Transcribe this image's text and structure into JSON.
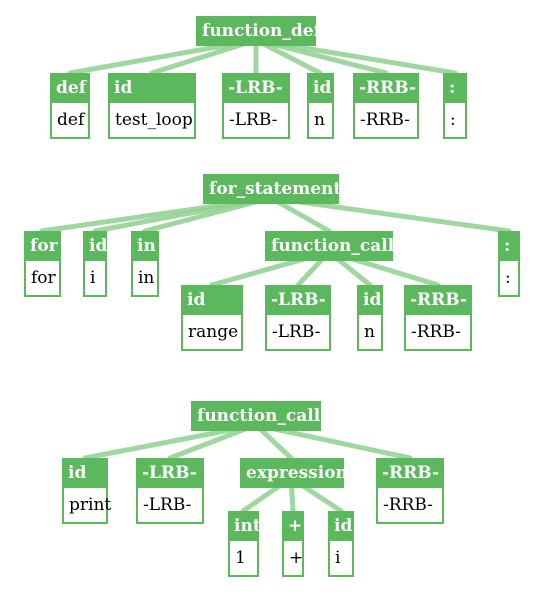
{
  "colors": {
    "node": "#5cb85c",
    "edge": "#8fd08f",
    "text_on_node": "#ffffff"
  },
  "trees": [
    {
      "root": "function_def",
      "children": [
        {
          "label": "def",
          "token": "def"
        },
        {
          "label": "id",
          "token": "test_loop"
        },
        {
          "label": "-LRB-",
          "token": "-LRB-"
        },
        {
          "label": "id",
          "token": "n"
        },
        {
          "label": "-RRB-",
          "token": "-RRB-"
        },
        {
          "label": ":",
          "token": ":"
        }
      ]
    },
    {
      "root": "for_statement",
      "children": [
        {
          "label": "for",
          "token": "for"
        },
        {
          "label": "id",
          "token": "i"
        },
        {
          "label": "in",
          "token": "in"
        },
        {
          "label": "function_call",
          "children": [
            {
              "label": "id",
              "token": "range"
            },
            {
              "label": "-LRB-",
              "token": "-LRB-"
            },
            {
              "label": "id",
              "token": "n"
            },
            {
              "label": "-RRB-",
              "token": "-RRB-"
            }
          ]
        },
        {
          "label": ":",
          "token": ":"
        }
      ]
    },
    {
      "root": "function_call",
      "children": [
        {
          "label": "id",
          "token": "print"
        },
        {
          "label": "-LRB-",
          "token": "-LRB-"
        },
        {
          "label": "expression",
          "children": [
            {
              "label": "int",
              "token": "1"
            },
            {
              "label": "+",
              "token": "+"
            },
            {
              "label": "id",
              "token": "i"
            }
          ]
        },
        {
          "label": "-RRB-",
          "token": "-RRB-"
        }
      ]
    }
  ]
}
